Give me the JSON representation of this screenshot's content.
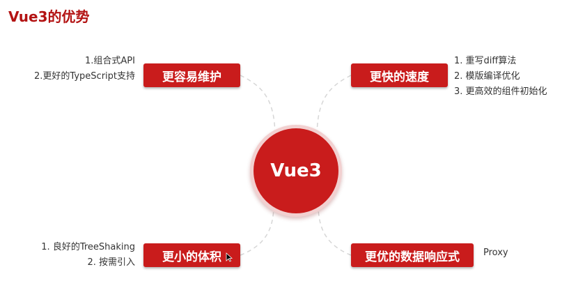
{
  "page_title": "Vue3的优势",
  "center_label": "Vue3",
  "colors": {
    "accent": "#c91c1c",
    "title": "#b31313",
    "connector": "#d6d6d6"
  },
  "branches": {
    "maintain": {
      "label": "更容易维护",
      "notes": [
        "1.组合式API",
        "2.更好的TypeScript支持"
      ]
    },
    "speed": {
      "label": "更快的速度",
      "notes": [
        "1. 重写diff算法",
        "2. 模版编译优化",
        "3. 更高效的组件初始化"
      ]
    },
    "size": {
      "label": "更小的体积",
      "notes": [
        "1. 良好的TreeShaking",
        "2. 按需引入"
      ]
    },
    "reactive": {
      "label": "更优的数据响应式",
      "notes": [
        "Proxy"
      ]
    }
  }
}
